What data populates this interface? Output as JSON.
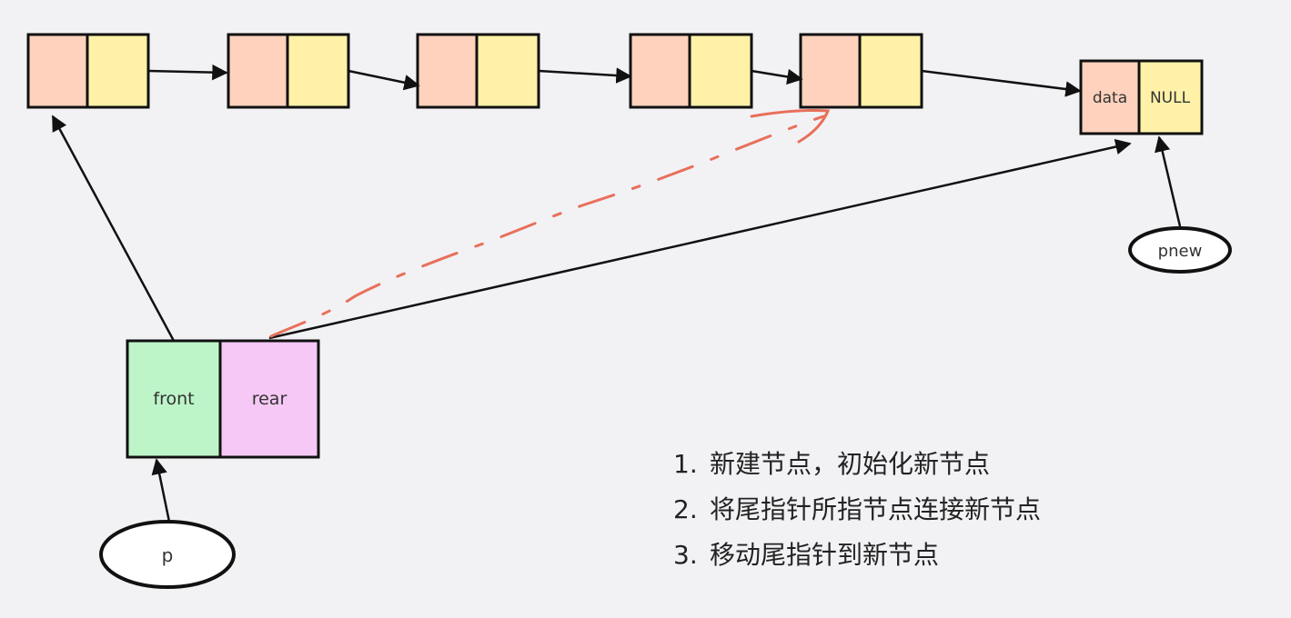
{
  "colors": {
    "background": "#f2f2f5",
    "data_cell": "#ffd2bd",
    "next_cell": "#fff2a8",
    "front_cell": "#bdf5c8",
    "rear_cell": "#f5c8f5",
    "stroke": "#111111",
    "annotation": "#e8705a"
  },
  "queue_nodes": [
    {
      "data": "",
      "next": ""
    },
    {
      "data": "",
      "next": ""
    },
    {
      "data": "",
      "next": ""
    },
    {
      "data": "",
      "next": ""
    },
    {
      "data": "",
      "next": ""
    }
  ],
  "new_node": {
    "data": "data",
    "next": "NULL"
  },
  "queue_struct": {
    "front": "front",
    "rear": "rear"
  },
  "pointers": {
    "p": "p",
    "pnew": "pnew"
  },
  "steps": [
    {
      "num": "1.",
      "text": "新建节点，初始化新节点"
    },
    {
      "num": "2.",
      "text": "将尾指针所指节点连接新节点"
    },
    {
      "num": "3.",
      "text": "移动尾指针到新节点"
    }
  ]
}
